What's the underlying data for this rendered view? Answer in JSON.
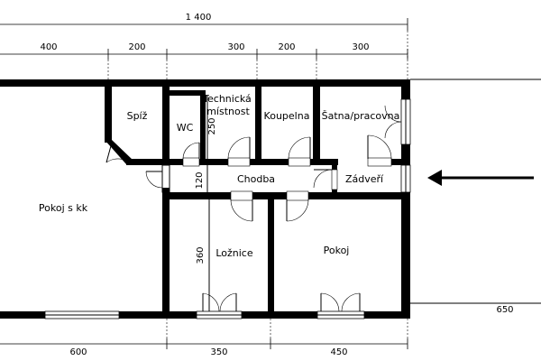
{
  "dimensions": {
    "top_total": "1 400",
    "top_segments": [
      "400",
      "200",
      "300",
      "200",
      "300"
    ],
    "bottom_segments": [
      "600",
      "350",
      "450"
    ],
    "right_outside": "650",
    "vertical_technicka": "250",
    "vertical_chodba": "120",
    "vertical_loznice": "360"
  },
  "rooms": {
    "spiz": "Spíž",
    "wc": "WC",
    "technicka_line1": "Technická",
    "technicka_line2": "místnost",
    "koupelna": "Koupelna",
    "satna": "Šatna/pracovna",
    "chodba": "Chodba",
    "zadver": "Zádveří",
    "pokoj_kk": "Pokoj s kk",
    "loznice": "Ložnice",
    "pokoj": "Pokoj"
  },
  "entrance": {
    "arrow_icon": "arrow-left-icon"
  }
}
